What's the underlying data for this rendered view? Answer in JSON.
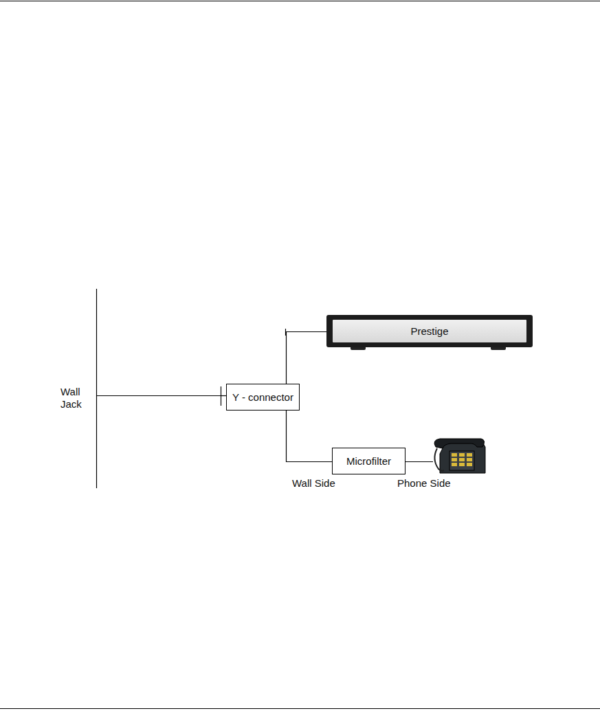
{
  "diagram": {
    "nodes": [
      {
        "text": [
          "Y - connector"
        ]
      },
      {
        "text": [
          "Prestige"
        ]
      },
      {
        "text": [
          "Microfilter"
        ]
      }
    ],
    "edges": [
      {
        "from": 0,
        "to": 1,
        "arrow": "none"
      },
      {
        "from": 0,
        "to": 2,
        "arrow": "none"
      }
    ],
    "labels": [
      "Wall Jack",
      "Wall Side",
      "Phone Side"
    ]
  }
}
